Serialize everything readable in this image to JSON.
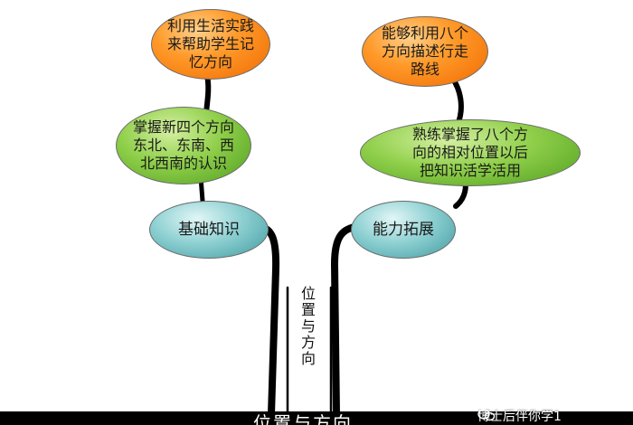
{
  "diagram": {
    "trunk_label": "位置与方向",
    "bottom_title": "位置与方向",
    "watermark": "博士后伴你学1",
    "left_branch": {
      "top": "利用生活实践来帮助学生记忆方向",
      "middle": "掌握新四个方向东北、东南、西北西南的认识",
      "base": "基础知识"
    },
    "right_branch": {
      "top": "能够利用八个方向描述行走路线",
      "middle": "熟练掌握了八个方向的相对位置以后把知识活学活用",
      "base": "能力拓展"
    }
  },
  "colors": {
    "top_nodes": "#ff8c1a",
    "middle_nodes": "#7cc23b",
    "base_nodes": "#6fc2c4",
    "branches": "#000000"
  }
}
